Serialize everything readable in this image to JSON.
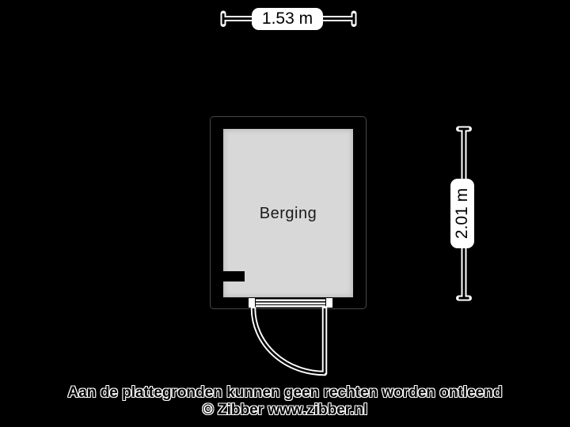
{
  "dimensions": {
    "width_label": "1.53 m",
    "height_label": "2.01 m"
  },
  "room": {
    "name": "Berging"
  },
  "footer": {
    "disclaimer": "Aan de plattegronden kunnen geen rechten worden ontleend",
    "copyright": "© Zibber www.zibber.nl"
  },
  "colors": {
    "background": "#000000",
    "wall": "#000000",
    "floor": "#d8d8d8",
    "label_background": "#ffffff",
    "text": "#000000"
  }
}
